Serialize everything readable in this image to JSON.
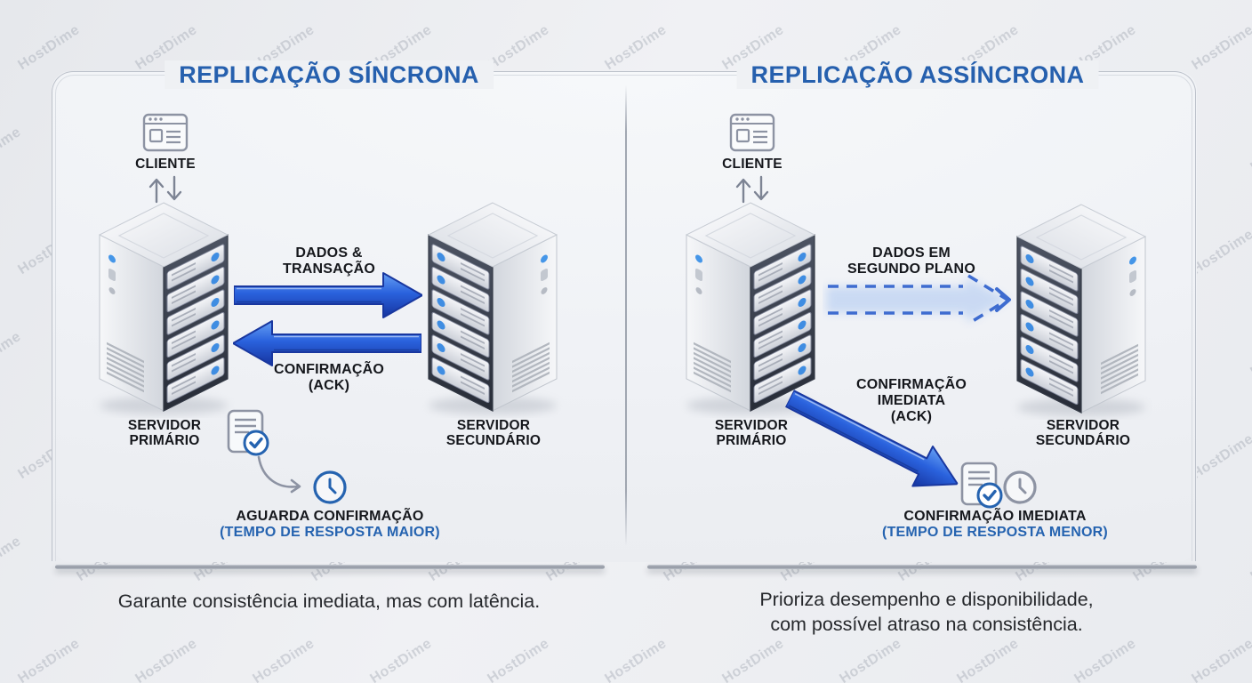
{
  "watermark": {
    "text": "HostDime"
  },
  "colors": {
    "title_blue": "#2660ae",
    "accent_blue": "#2563b0",
    "arrow_blue": "#2a62dd"
  },
  "left": {
    "title": "REPLICAÇÃO SÍNCRONA",
    "client": "CLIENTE",
    "server_primary_l1": "SERVIDOR",
    "server_primary_l2": "PRIMÁRIO",
    "server_secondary_l1": "SERVIDOR",
    "server_secondary_l2": "SECUNDÁRIO",
    "data_arrow_l1": "DADOS &",
    "data_arrow_l2": "TRANSAÇÃO",
    "ack_arrow_l1": "CONFIRMAÇÃO",
    "ack_arrow_l2": "(ACK)",
    "wait_l1": "AGUARDA CONFIRMAÇÃO",
    "wait_l2": "(TEMPO DE RESPOSTA MAIOR)",
    "caption": "Garante consistência imediata, mas com latência."
  },
  "right": {
    "title": "REPLICAÇÃO ASSÍNCRONA",
    "client": "CLIENTE",
    "server_primary_l1": "SERVIDOR",
    "server_primary_l2": "PRIMÁRIO",
    "server_secondary_l1": "SERVIDOR",
    "server_secondary_l2": "SECUNDÁRIO",
    "data_arrow_l1": "DADOS EM",
    "data_arrow_l2": "SEGUNDO PLANO",
    "ack_arrow_l1": "CONFIRMAÇÃO",
    "ack_arrow_l2": "IMEDIATA",
    "ack_arrow_l3": "(ACK)",
    "confirm_l1": "CONFIRMAÇÃO IMEDIATA",
    "confirm_l2": "(TEMPO DE RESPOSTA MENOR)",
    "caption_l1": "Prioriza desempenho e disponibilidade,",
    "caption_l2": "com possível atraso na consistência."
  }
}
